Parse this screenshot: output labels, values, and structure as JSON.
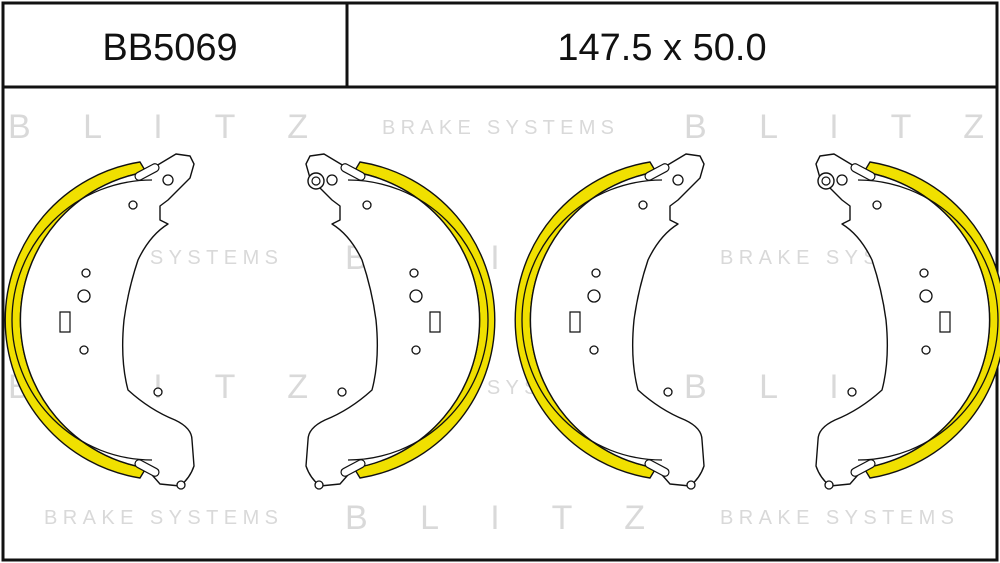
{
  "header": {
    "part_number": "BB5069",
    "dimensions": "147.5 x 50.0"
  },
  "watermark": {
    "brand": "B L I T Z",
    "tagline": "BRAKE SYSTEMS"
  },
  "colors": {
    "lining": "#f0e000",
    "outline": "#111111",
    "watermark": "#d9d9d9"
  },
  "shoes": [
    {
      "name": "brake-shoe-1",
      "facing": "left"
    },
    {
      "name": "brake-shoe-2",
      "facing": "right"
    },
    {
      "name": "brake-shoe-3",
      "facing": "left"
    },
    {
      "name": "brake-shoe-4",
      "facing": "right"
    }
  ]
}
